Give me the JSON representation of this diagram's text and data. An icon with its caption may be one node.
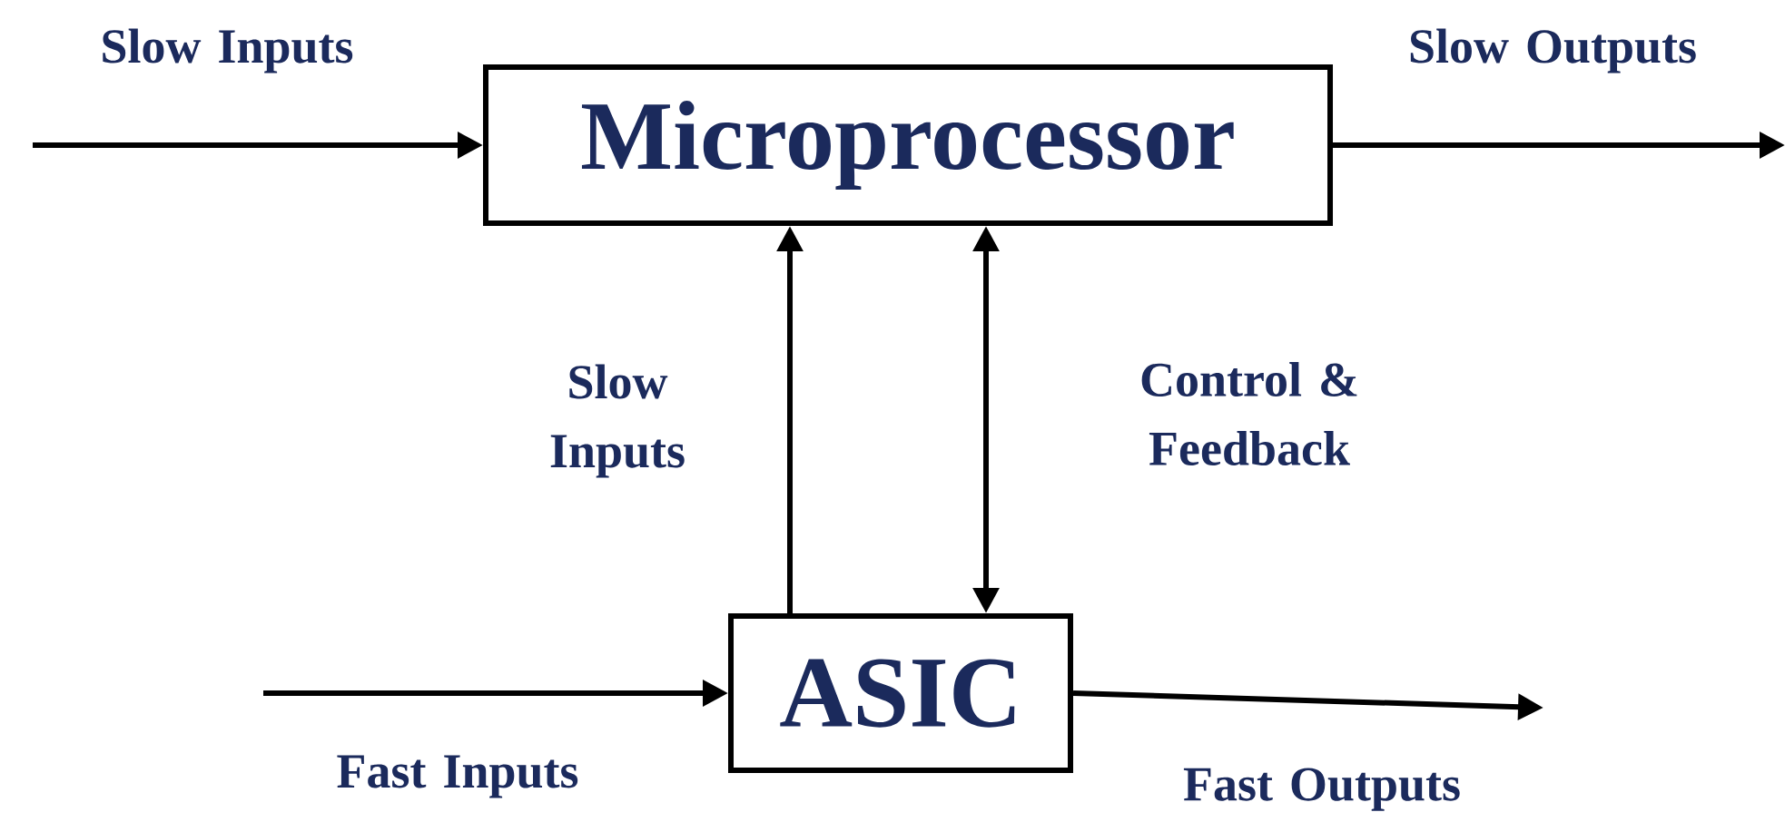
{
  "diagram": {
    "nodes": [
      {
        "text": [
          "Microprocessor"
        ]
      },
      {
        "text": [
          "ASIC"
        ]
      }
    ],
    "edges": [
      {
        "from": null,
        "to": 0,
        "arrow": "to",
        "label": "Slow Inputs"
      },
      {
        "from": 0,
        "to": null,
        "arrow": "to",
        "label": "Slow Outputs"
      },
      {
        "from": 1,
        "to": 0,
        "arrow": "to",
        "label": "Slow Inputs"
      },
      {
        "from": 0,
        "to": 1,
        "arrow": "both",
        "label": "Control & Feedback"
      },
      {
        "from": null,
        "to": 1,
        "arrow": "to",
        "label": "Fast Inputs"
      },
      {
        "from": 1,
        "to": null,
        "arrow": "to",
        "label": "Fast Outputs"
      }
    ]
  }
}
